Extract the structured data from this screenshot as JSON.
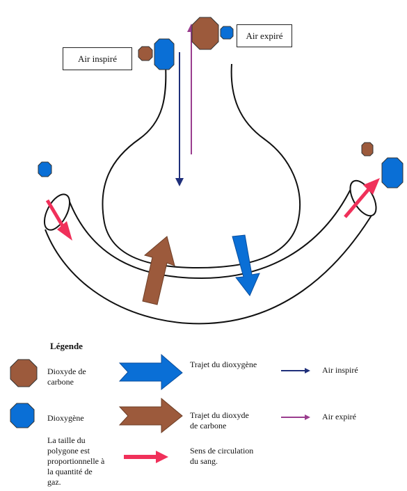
{
  "labels": {
    "air_inspire_box": "Air inspiré",
    "air_expire_box": "Air expiré"
  },
  "legend": {
    "title": "Légende",
    "co2": "Dioxyde de\ncarbone",
    "o2": "Dioxygène",
    "size_note": "La taille du\npolygone est\nproportionnelle à\nla quantité de\ngaz.",
    "o2_path": "Trajet du dioxygène",
    "co2_path": "Trajet du dioxyde\nde carbone",
    "blood_flow": "Sens de circulation\ndu sang.",
    "inspired_air": "Air inspiré",
    "expired_air": "Air expiré"
  },
  "colors": {
    "co2": "#9c5a3c",
    "o2": "#0a6fd6",
    "blood": "#f0305a",
    "inspired_arrow": "#1f2f7a",
    "expired_arrow": "#9a3d8e",
    "outline": "#111111"
  },
  "icons": [
    "co2-octagon-icon",
    "o2-octagon-icon",
    "o2-path-arrow-icon",
    "co2-path-arrow-icon",
    "blood-flow-arrow-icon",
    "inspired-air-arrow-icon",
    "expired-air-arrow-icon"
  ]
}
